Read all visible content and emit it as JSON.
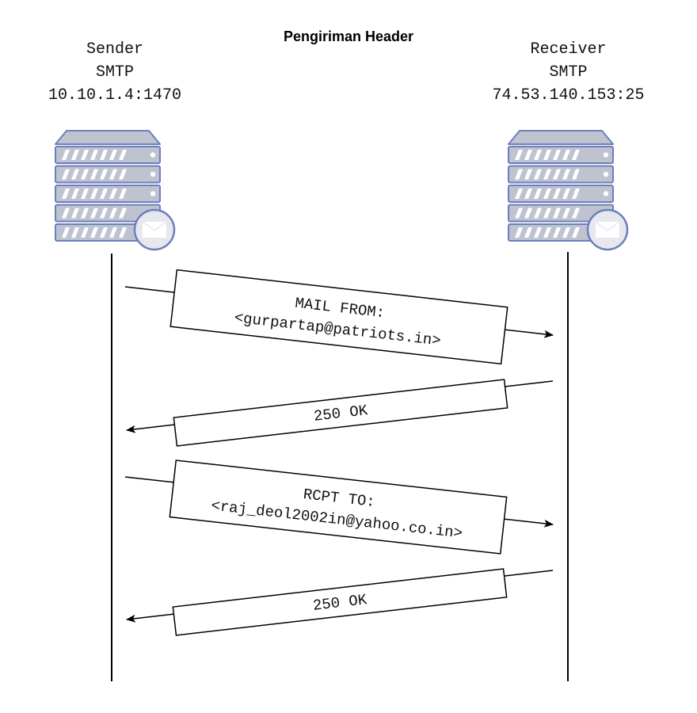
{
  "title": "Pengiriman Header",
  "sender": {
    "name": "Sender",
    "protocol": "SMTP",
    "address": "10.10.1.4:1470",
    "icon": "mail-server-icon"
  },
  "receiver": {
    "name": "Receiver",
    "protocol": "SMTP",
    "address": "74.53.140.153:25",
    "icon": "mail-server-icon"
  },
  "messages": [
    {
      "direction": "sender-to-receiver",
      "lines": [
        "MAIL FROM:",
        "<gurpartap@patriots.in>"
      ]
    },
    {
      "direction": "receiver-to-sender",
      "lines": [
        "250 OK"
      ]
    },
    {
      "direction": "sender-to-receiver",
      "lines": [
        "RCPT TO:",
        "<raj_deol2002in@yahoo.co.in>"
      ]
    },
    {
      "direction": "receiver-to-sender",
      "lines": [
        "250 OK"
      ]
    }
  ],
  "colors": {
    "server_fill": "#bfc3cf",
    "server_stroke": "#6b7fbd",
    "envelope_fill": "#e6e8ee",
    "line": "#000000"
  }
}
